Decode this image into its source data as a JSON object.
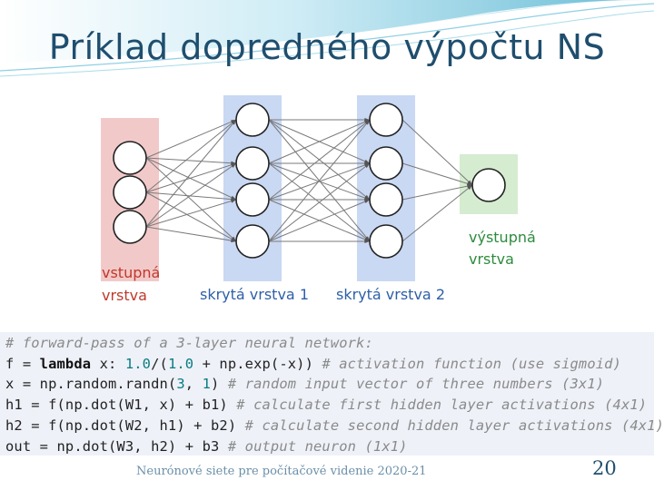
{
  "slide": {
    "title": "Príklad dopredného výpočtu NS",
    "footer": "Neurónové siete pre počítačové videnie 2020-21",
    "page_number": "20"
  },
  "diagram": {
    "layers": [
      {
        "label_line1": "vstupná",
        "label_line2": "vrstva",
        "neurons": 3,
        "color": "#f2c9c9",
        "label_color": "#c0392b"
      },
      {
        "label_line1": "skrytá vrstva 1",
        "label_line2": "",
        "neurons": 4,
        "color": "#c9d8f3",
        "label_color": "#2e5fa8"
      },
      {
        "label_line1": "skrytá vrstva 2",
        "label_line2": "",
        "neurons": 4,
        "color": "#c9d8f3",
        "label_color": "#2e5fa8"
      },
      {
        "label_line1": "výstupná",
        "label_line2": "vrstva",
        "neurons": 1,
        "color": "#d5ecd0",
        "label_color": "#2e8b3e"
      }
    ]
  },
  "code": {
    "lines": [
      [
        {
          "t": "# forward-pass of a 3-layer neural network:",
          "c": "cm"
        }
      ],
      [
        {
          "t": "f = ",
          "c": ""
        },
        {
          "t": "lambda",
          "c": "kw"
        },
        {
          "t": " x: ",
          "c": ""
        },
        {
          "t": "1.0",
          "c": "num"
        },
        {
          "t": "/(",
          "c": ""
        },
        {
          "t": "1.0",
          "c": "num"
        },
        {
          "t": " + np.exp(-x)) ",
          "c": ""
        },
        {
          "t": "# activation function (use sigmoid)",
          "c": "cm"
        }
      ],
      [
        {
          "t": "x = np.random.randn(",
          "c": ""
        },
        {
          "t": "3",
          "c": "num"
        },
        {
          "t": ", ",
          "c": ""
        },
        {
          "t": "1",
          "c": "num"
        },
        {
          "t": ") ",
          "c": ""
        },
        {
          "t": "# random input vector of three numbers (3x1)",
          "c": "cm"
        }
      ],
      [
        {
          "t": "h1 = f(np.dot(W1, x) + b1) ",
          "c": ""
        },
        {
          "t": "# calculate first hidden layer activations (4x1)",
          "c": "cm"
        }
      ],
      [
        {
          "t": "h2 = f(np.dot(W2, h1) + b2) ",
          "c": ""
        },
        {
          "t": "# calculate second hidden layer activations (4x1)",
          "c": "cm"
        }
      ],
      [
        {
          "t": "out = np.dot(W3, h2) + b3 ",
          "c": ""
        },
        {
          "t": "# output neuron (1x1)",
          "c": "cm"
        }
      ]
    ]
  }
}
